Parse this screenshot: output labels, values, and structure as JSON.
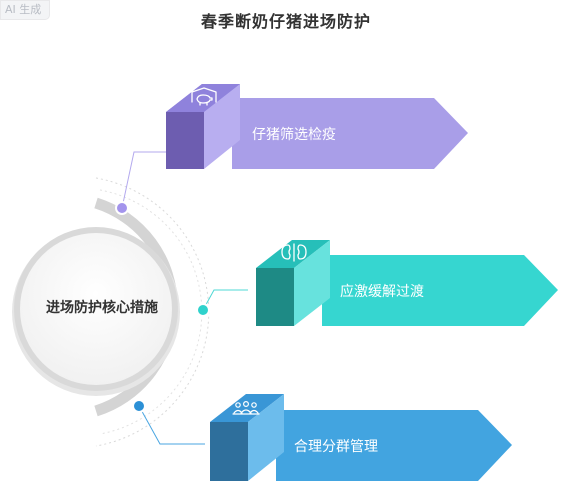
{
  "watermark": "AI 生成",
  "title": "春季断奶仔猪进场防护",
  "center": {
    "label": "进场防护核心措施"
  },
  "items": [
    {
      "label": "仔猪筛选检疫",
      "icon": "pig-icon",
      "color": "#a99ee8"
    },
    {
      "label": "应激缓解过渡",
      "icon": "kidney-icon",
      "color": "#36d6d0"
    },
    {
      "label": "合理分群管理",
      "icon": "group-icon",
      "color": "#42a4e0"
    }
  ],
  "colors": {
    "ring": "#d4d4d4",
    "text": "#333333"
  }
}
